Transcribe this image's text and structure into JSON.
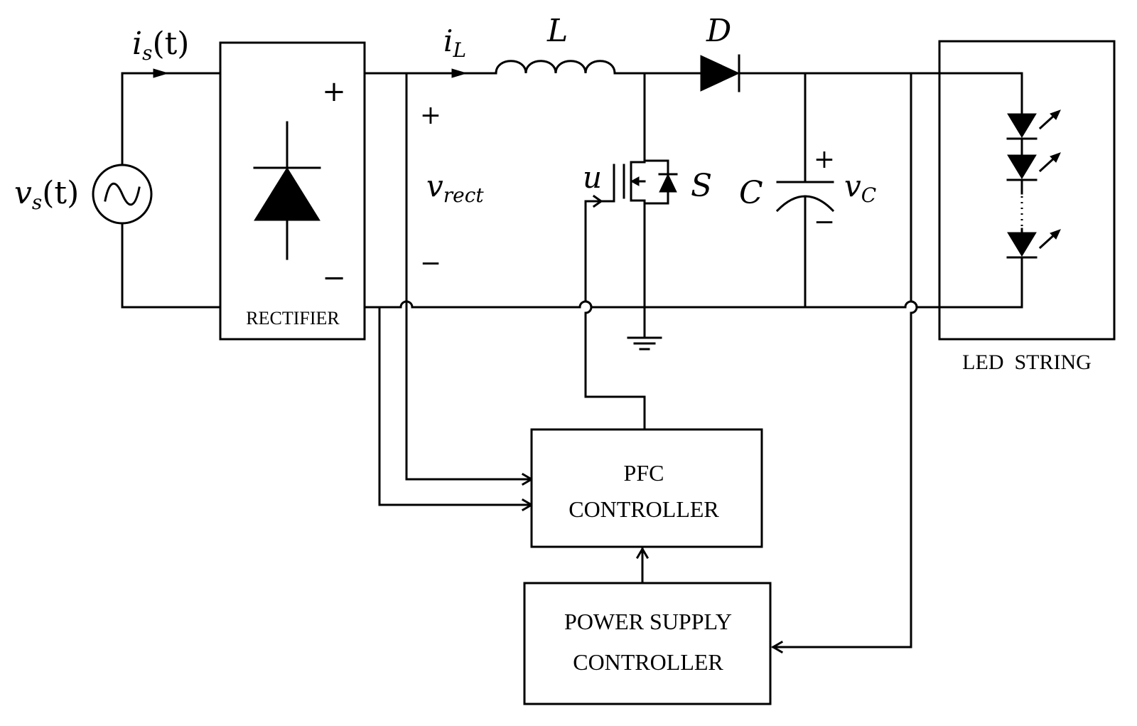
{
  "blocks": {
    "rectifier": "RECTIFIER",
    "led_string": "LED  STRING",
    "pfc_line1": "PFC",
    "pfc_line2": "CONTROLLER",
    "psc_line1": "POWER SUPPLY",
    "psc_line2": "CONTROLLER"
  },
  "labels": {
    "vs_main": "v",
    "vs_sub": "s",
    "vs_arg": "(t)",
    "is_main": "i",
    "is_sub": "s",
    "is_arg": "(t)",
    "il_main": "i",
    "il_sub": "L",
    "inductor": "L",
    "diode": "D",
    "switch": "S",
    "gate": "u",
    "capacitor": "C",
    "vc_main": "v",
    "vc_sub": "C",
    "vrect_main": "v",
    "vrect_sub": "rect",
    "plus": "+",
    "minus": "−"
  }
}
